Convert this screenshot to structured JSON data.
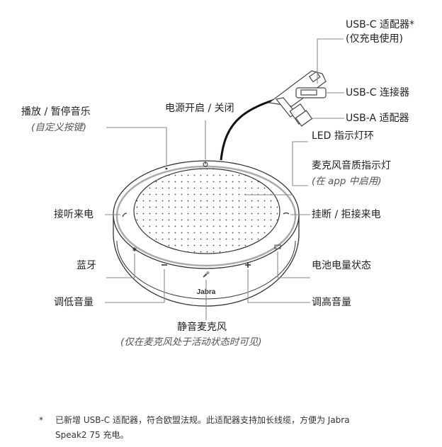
{
  "labels": {
    "usbc_adapter": "USB-C 适配器*",
    "usbc_adapter_note": "(仅充电使用)",
    "usbc_connector": "USB-C 连接器",
    "usba_adapter": "USB-A 适配器",
    "led_ring": "LED 指示灯环",
    "mic_quality": "麦克风音质指示灯",
    "mic_quality_note": "(在 app 中启用)",
    "end_call": "挂断 / 拒接来电",
    "battery": "电池电量状态",
    "vol_up": "调高音量",
    "power": "电源开启 / 关闭",
    "play_pause": "播放 / 暂停音乐",
    "play_pause_note": "(自定义按键)",
    "answer_call": "接听来电",
    "bluetooth": "蓝牙",
    "vol_down": "调低音量",
    "mute": "静音麦克风",
    "mute_note": "(仅在麦克风处于活动状态时可见)"
  },
  "device": {
    "brand": "Jabra"
  },
  "footnote": {
    "marker": "*",
    "line1": "已新增 USB-C 适配器，符合欧盟法规。此适配器支持加长线缆，方便为 Jabra",
    "line2": "Speak2 75 充电。"
  }
}
